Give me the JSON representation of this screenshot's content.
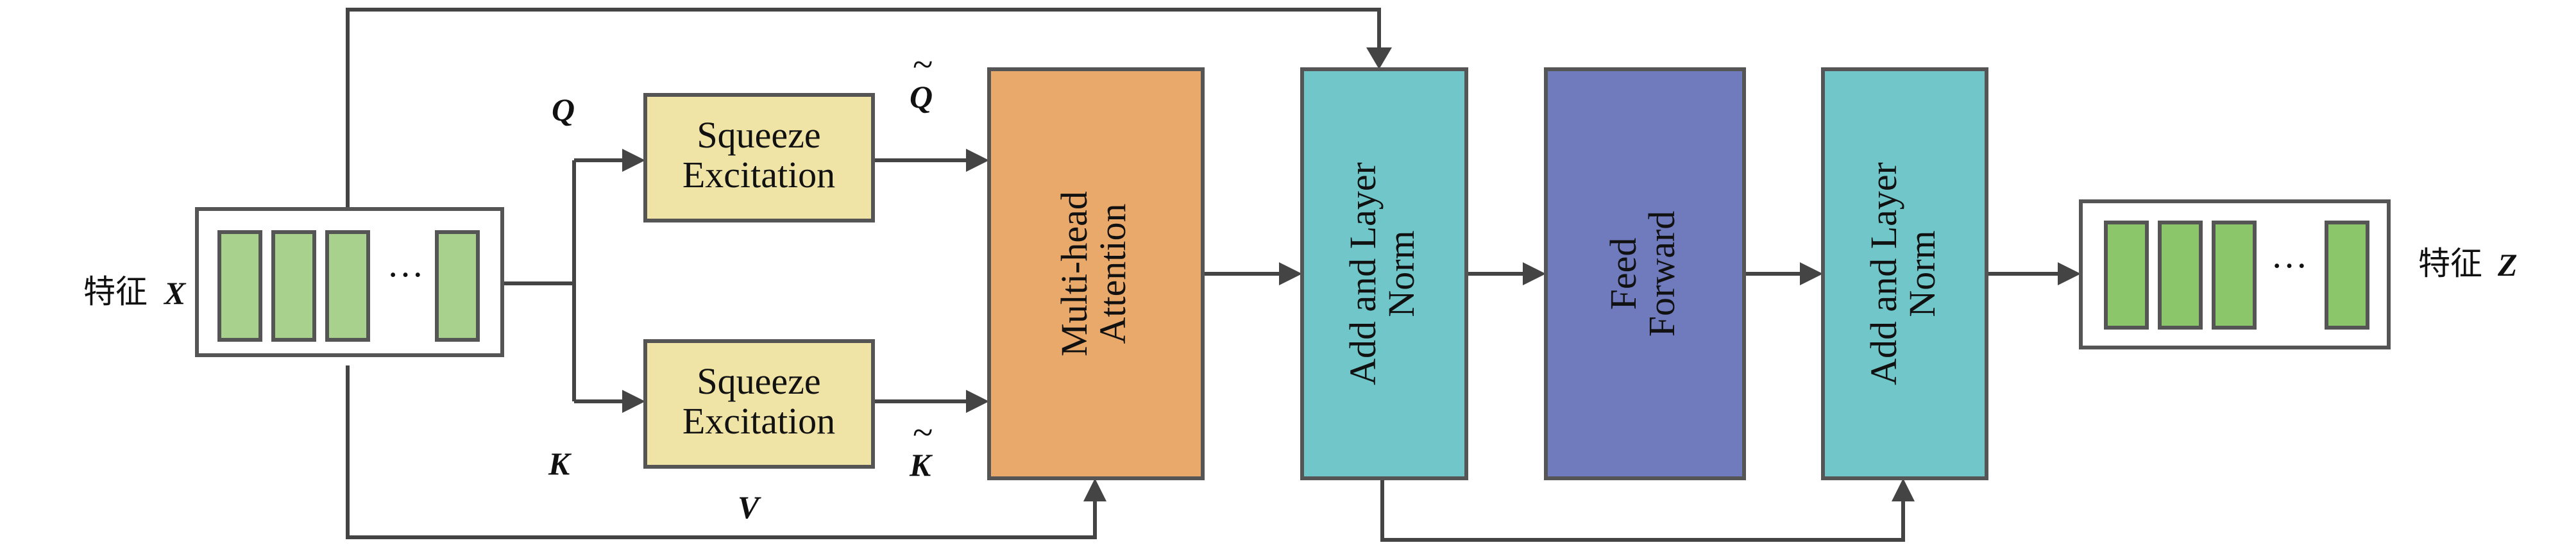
{
  "input": {
    "label_prefix": "特征",
    "label_var": "X",
    "ellipsis": "···"
  },
  "output": {
    "label_prefix": "特征",
    "label_var": "Z",
    "ellipsis": "···"
  },
  "vars": {
    "q": "Q",
    "k": "K",
    "v": "V",
    "q_tilde": "Q",
    "k_tilde": "K",
    "tilde": "~"
  },
  "se_top": {
    "line1": "Squeeze",
    "line2": "Excitation"
  },
  "se_bottom": {
    "line1": "Squeeze",
    "line2": "Excitation"
  },
  "attention": {
    "line1": "Multi-head",
    "line2": "Attention"
  },
  "add_norm_1": {
    "line1": "Add and Layer",
    "line2": "Norm"
  },
  "feed_forward": {
    "line1": "Feed",
    "line2": "Forward"
  },
  "add_norm_2": {
    "line1": "Add and Layer",
    "line2": "Norm"
  },
  "colors": {
    "feature_block": "#a8d18d",
    "squeeze": "#efe3a6",
    "attention": "#e8a96a",
    "add_norm": "#70c6c8",
    "feed_forward": "#6f7bbd",
    "wire": "#444444"
  }
}
